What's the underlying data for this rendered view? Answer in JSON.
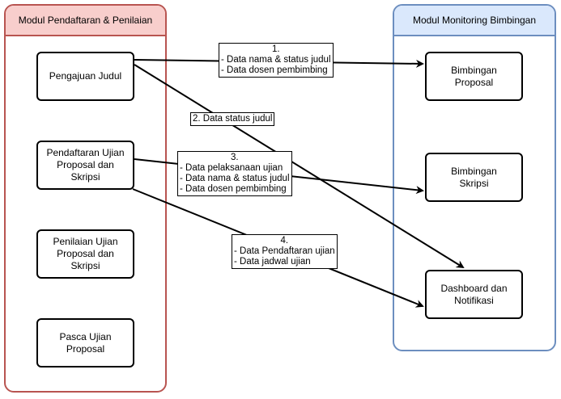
{
  "lanes": {
    "left_title": "Modul Pendaftaran & Penilaian",
    "right_title": "Modul Monitoring Bimbingan"
  },
  "nodes": {
    "pengajuan_judul": "Pengajuan Judul",
    "pendaftaran_ujian": "Pendaftaran Ujian\nProposal dan\nSkripsi",
    "penilaian_ujian": "Penilaian Ujian\nProposal dan\nSkripsi",
    "pasca_ujian": "Pasca Ujian\nProposal",
    "bimbingan_proposal": "Bimbingan\nProposal",
    "bimbingan_skripsi": "Bimbingan\nSkripsi",
    "dashboard": "Dashboard dan\nNotifikasi"
  },
  "edges": {
    "e1": {
      "num": "1.",
      "lines": [
        "- Data nama & status judul",
        "- Data dosen pembimbing"
      ]
    },
    "e2": {
      "text": "2. Data status judul"
    },
    "e3": {
      "num": "3.",
      "lines": [
        "- Data pelaksanaan ujian",
        "- Data nama & status judul",
        "- Data dosen pembimbing"
      ]
    },
    "e4": {
      "num": "4.",
      "lines": [
        "- Data Pendaftaran ujian",
        "- Data jadwal ujian"
      ]
    }
  },
  "colors": {
    "left_fill": "#f8cecc",
    "left_stroke": "#b85450",
    "right_fill": "#dae8fc",
    "right_stroke": "#6c8ebf"
  }
}
